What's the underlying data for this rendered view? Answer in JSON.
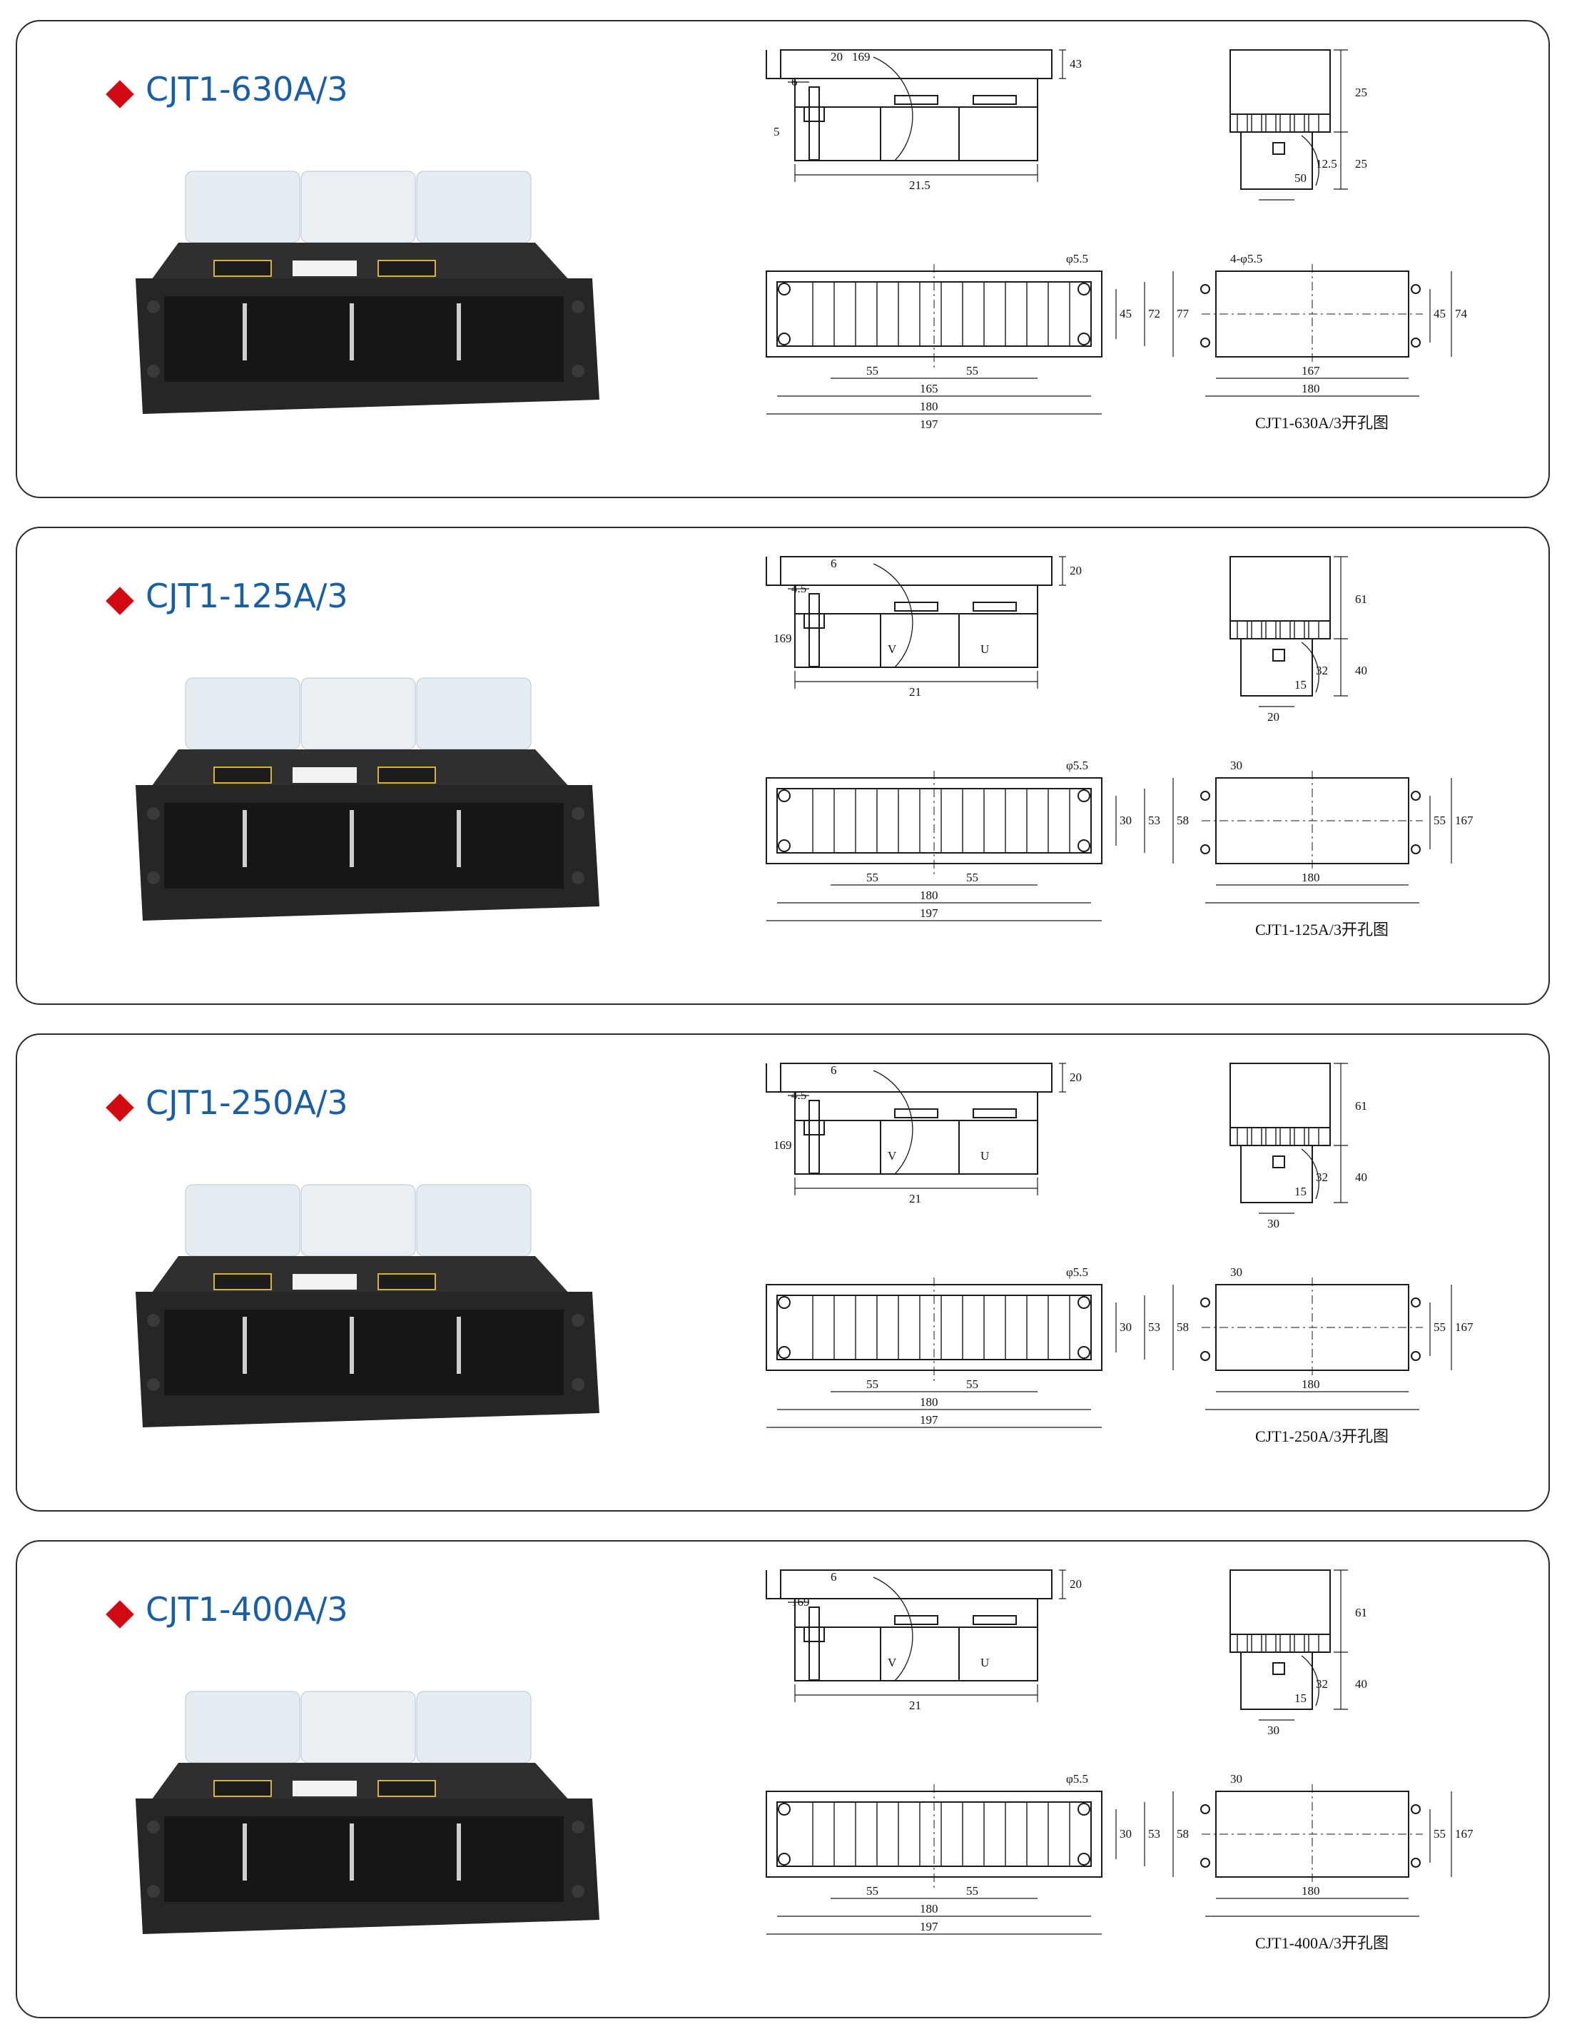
{
  "models": [
    {
      "title": "CJT1-630A/3",
      "top_dims": [
        "21.5",
        "43",
        "20",
        "6",
        "5",
        "169"
      ],
      "side_dims": [
        "25",
        "12.5",
        "25",
        "50"
      ],
      "bottom_dims": [
        "φ5.5",
        "45",
        "72",
        "77",
        "55",
        "55",
        "165",
        "180",
        "197"
      ],
      "cutout_dims": [
        "4-φ5.5",
        "45",
        "74",
        "167",
        "180"
      ],
      "phases": [
        "",
        ""
      ],
      "caption": "CJT1-630A/3开孔图"
    },
    {
      "title": "CJT1-125A/3",
      "top_dims": [
        "21",
        "20",
        "6",
        "4.5",
        "169"
      ],
      "side_dims": [
        "61",
        "32",
        "40",
        "15",
        "20"
      ],
      "bottom_dims": [
        "φ5.5",
        "30",
        "53",
        "58",
        "55",
        "55",
        "180",
        "197"
      ],
      "cutout_dims": [
        "30",
        "55",
        "167",
        "180"
      ],
      "phases": [
        "V",
        "U"
      ],
      "caption": "CJT1-125A/3开孔图"
    },
    {
      "title": "CJT1-250A/3",
      "top_dims": [
        "21",
        "20",
        "6",
        "4.5",
        "169"
      ],
      "side_dims": [
        "61",
        "32",
        "40",
        "15",
        "30"
      ],
      "bottom_dims": [
        "φ5.5",
        "30",
        "53",
        "58",
        "55",
        "55",
        "180",
        "197"
      ],
      "cutout_dims": [
        "30",
        "55",
        "167",
        "180"
      ],
      "phases": [
        "V",
        "U"
      ],
      "caption": "CJT1-250A/3开孔图"
    },
    {
      "title": "CJT1-400A/3",
      "top_dims": [
        "21",
        "20",
        "6",
        "169"
      ],
      "side_dims": [
        "61",
        "32",
        "40",
        "15",
        "30"
      ],
      "bottom_dims": [
        "φ5.5",
        "30",
        "53",
        "58",
        "55",
        "55",
        "180",
        "197"
      ],
      "cutout_dims": [
        "30",
        "55",
        "167",
        "180"
      ],
      "phases": [
        "V",
        "U"
      ],
      "caption": "CJT1-400A/3开孔图"
    }
  ],
  "colors": {
    "accent": "#d10a11",
    "title": "#1a5fa6",
    "housing": "#262626",
    "cover": "#e6edf2"
  }
}
